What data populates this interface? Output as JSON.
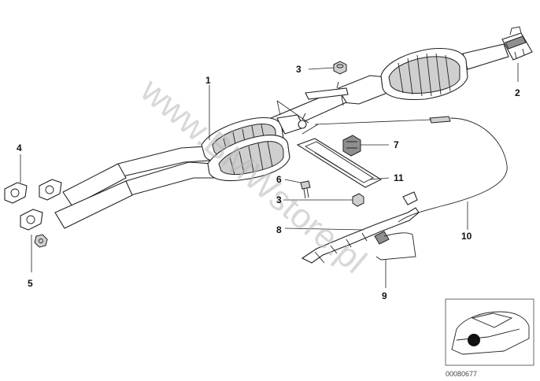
{
  "watermark": "www.BMWstore.pl",
  "diagram_code": "00080677",
  "callouts": [
    {
      "id": "1",
      "label": "1"
    },
    {
      "id": "2",
      "label": "2"
    },
    {
      "id": "3a",
      "label": "3"
    },
    {
      "id": "3b",
      "label": "3"
    },
    {
      "id": "4",
      "label": "4"
    },
    {
      "id": "5",
      "label": "5"
    },
    {
      "id": "6",
      "label": "6"
    },
    {
      "id": "7",
      "label": "7"
    },
    {
      "id": "8",
      "label": "8"
    },
    {
      "id": "9",
      "label": "9"
    },
    {
      "id": "10",
      "label": "10"
    },
    {
      "id": "11",
      "label": "11"
    }
  ]
}
